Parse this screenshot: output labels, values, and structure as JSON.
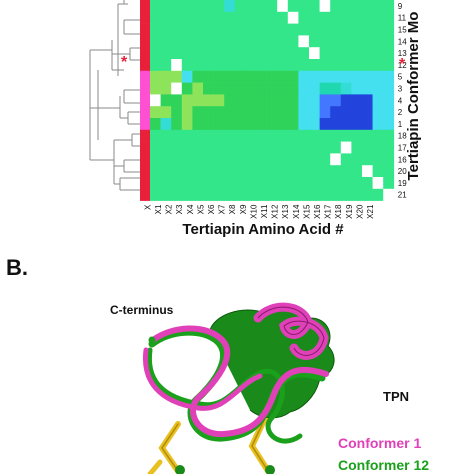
{
  "panelA": {
    "x_axis_title": "Tertiapin Amino Acid #",
    "y_axis_title": "Tertiapin Conformer Mo",
    "x_ticks": [
      "X",
      "X1",
      "X2",
      "X3",
      "X4",
      "X5",
      "X6",
      "X7",
      "X8",
      "X9",
      "X10",
      "X11",
      "X12",
      "X13",
      "X14",
      "X15",
      "X16",
      "X17",
      "X18",
      "X19",
      "X20",
      "X21"
    ],
    "row_labels": [
      "9",
      "11",
      "15",
      "14",
      "13",
      "12",
      "5",
      "3",
      "4",
      "2",
      "1",
      "18",
      "17",
      "16",
      "20",
      "19",
      "21"
    ],
    "marked_row": "12",
    "star_symbol": "*",
    "row_group_colors": [
      "#e8203a",
      "#e8203a",
      "#e8203a",
      "#e8203a",
      "#e8203a",
      "#e8203a",
      "#ff4fd3",
      "#ff4fd3",
      "#ff4fd3",
      "#ff4fd3",
      "#ff4fd3",
      "#e8203a",
      "#e8203a",
      "#e8203a",
      "#e8203a",
      "#e8203a",
      "#e8203a"
    ],
    "palette": {
      "0": "#33e68a",
      "1": "#20d8b0",
      "2": "#34dcd6",
      "3": "#44e0f0",
      "4": "#2fd35a",
      "5": "#8de35a",
      "6": "#4477ff",
      "7": "#2244dd",
      "8": "#ffffff",
      "9": "#b8f2f0"
    },
    "heatmap": [
      "00000002000080008000000",
      "00000000000008000000000",
      "00000000000000000000000",
      "00000000000000800000000",
      "00000000000000080000000",
      "00800000000000000000000",
      "55534444444444333333333",
      "55845444444444331123333",
      "84455554444444336677733",
      "55454444444444336777733",
      "42454444444444337777733",
      "00000000000000000000000",
      "00000000000000000080000",
      "00000000000000000800000",
      "00000000000000000000800",
      "00000000000000000000080",
      "00000000000000000000008"
    ]
  },
  "panelB": {
    "panel_label": "B.",
    "c_terminus_label": "C-terminus",
    "legend_title": "TPN",
    "conformer1_label": "Conformer 1",
    "conformer12_label": "Conformer 12",
    "colors": {
      "conformer1": "#e040b8",
      "conformer12": "#1aa01a",
      "sulfur": "#e8c020"
    }
  }
}
